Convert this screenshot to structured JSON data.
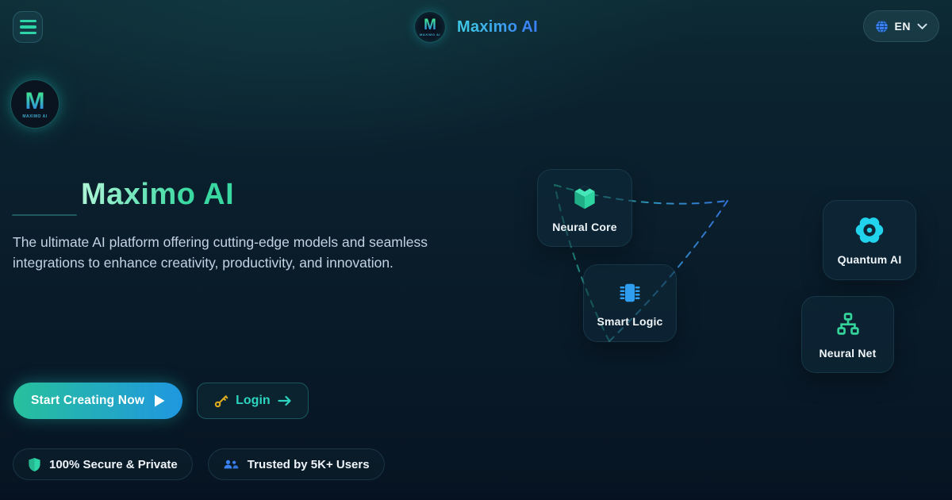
{
  "colors": {
    "accent_teal": "#2dd4a7",
    "accent_cyan": "#22d3ee",
    "accent_blue": "#3b82f6",
    "chip_blue": "#2f9df0",
    "net_green": "#34d399",
    "key_gold": "#dfae1f",
    "bg_top": "#0c2731",
    "bg_bottom": "#071523"
  },
  "header": {
    "brand": "Maximo AI",
    "logo_letter": "M",
    "logo_subtext": "MAXIMO AI",
    "language": "EN",
    "menu_icon": "hamburger-icon",
    "language_icon": "globe-icon"
  },
  "hero": {
    "title": "Maximo AI",
    "description": "The ultimate AI platform offering cutting-edge models and seamless integrations to enhance creativity, productivity, and innovation.",
    "cta_primary": "Start Creating Now",
    "cta_secondary": "Login",
    "badges": [
      {
        "label": "100% Secure & Private",
        "icon": "shield-icon"
      },
      {
        "label": "Trusted by 5K+ Users",
        "icon": "users-icon"
      }
    ]
  },
  "cards": [
    {
      "label": "Neural Core",
      "icon": "cube-icon",
      "color": "#2dd4a7"
    },
    {
      "label": "Smart Logic",
      "icon": "chip-icon",
      "color": "#2f9df0"
    },
    {
      "label": "Quantum AI",
      "icon": "atom-icon",
      "color": "#22d3ee"
    },
    {
      "label": "Neural Net",
      "icon": "network-icon",
      "color": "#34d399"
    }
  ]
}
